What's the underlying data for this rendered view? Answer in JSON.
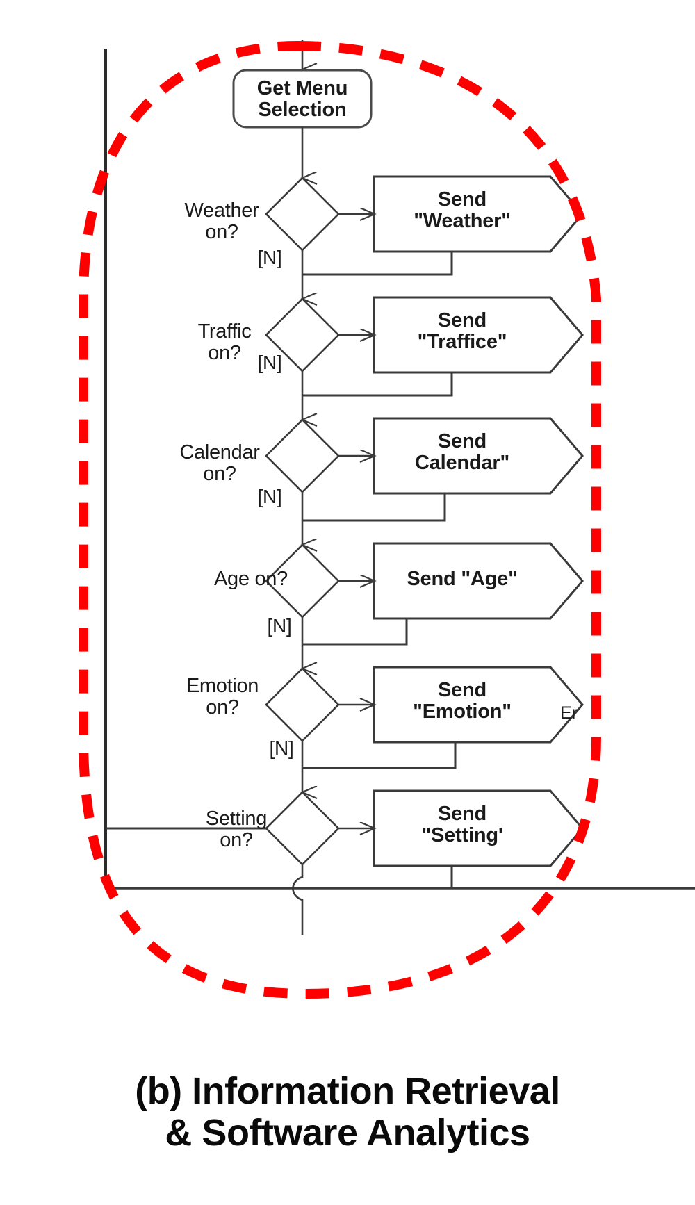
{
  "caption": "(b) Information Retrieval\n& Software Analytics",
  "colors": {
    "highlight": "#FF0000",
    "stroke": "#3a3a3a",
    "text": "#1a1a1a",
    "caption": "#0a0a0a",
    "background": "#ffffff"
  },
  "diagram": {
    "type": "uml-activity-flowchart",
    "start_node": {
      "shape": "rounded-rectangle",
      "label": "Get Menu\nSelection"
    },
    "guard_label": "[N]",
    "truncated_fragment": "Er",
    "branches": [
      {
        "condition": "Weather\non?",
        "action": "Send\n\"Weather\"",
        "guard": "[N]"
      },
      {
        "condition": "Traffic\non?",
        "action": "Send\n\"Traffice\"",
        "guard": "[N]"
      },
      {
        "condition": "Calendar\non?",
        "action": "Send\nCalendar\"",
        "guard": "[N]"
      },
      {
        "condition": "Age on?",
        "action": "Send \"Age\"",
        "guard": "[N]"
      },
      {
        "condition": "Emotion\non?",
        "action": "Send\n\"Emotion\"",
        "guard": "[N]"
      },
      {
        "condition": "Setting\non?",
        "action": "Send\n\"Setting'",
        "guard": ""
      }
    ]
  }
}
